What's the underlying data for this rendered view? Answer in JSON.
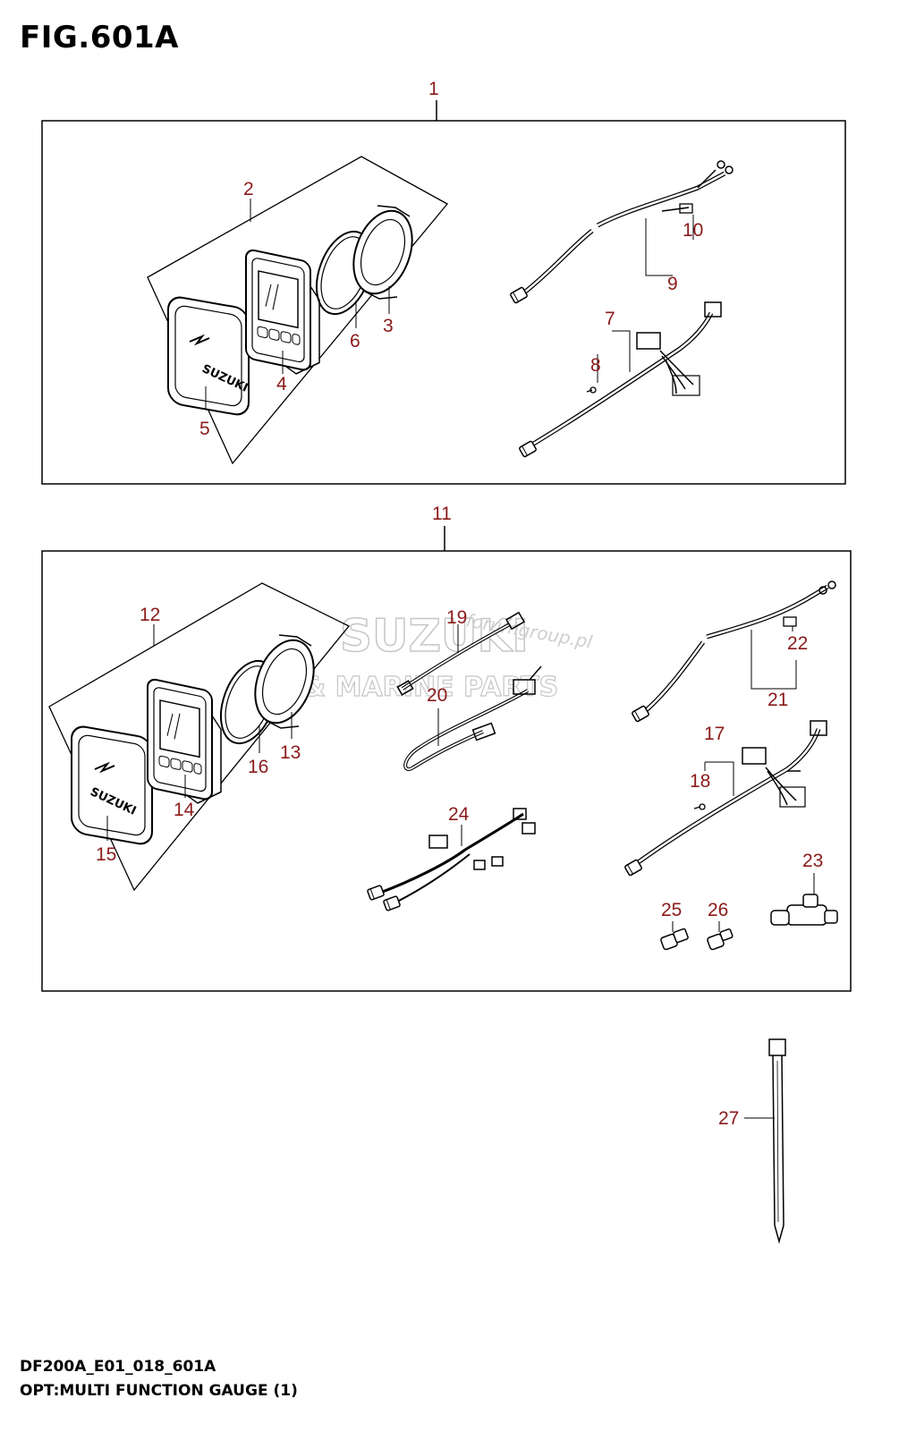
{
  "figure": {
    "title": "FIG.601A",
    "model_code": "DF200A_E01_018_601A",
    "caption": "OPT:MULTI FUNCTION GAUGE (1)"
  },
  "watermark": {
    "brand": "SUZUKI",
    "subtitle": "& MARINE PARTS",
    "site": "forumgroup.pl"
  },
  "gauge_logo": "SUZUKI",
  "callouts": {
    "c1": "1",
    "c2": "2",
    "c3": "3",
    "c4": "4",
    "c5": "5",
    "c6": "6",
    "c7": "7",
    "c8": "8",
    "c9": "9",
    "c10": "10",
    "c11": "11",
    "c12": "12",
    "c13": "13",
    "c14": "14",
    "c15": "15",
    "c16": "16",
    "c17": "17",
    "c18": "18",
    "c19": "19",
    "c20": "20",
    "c21": "21",
    "c22": "22",
    "c23": "23",
    "c24": "24",
    "c25": "25",
    "c26": "26",
    "c27": "27"
  },
  "colors": {
    "callout": "#8b1a1a",
    "line": "#000000"
  }
}
